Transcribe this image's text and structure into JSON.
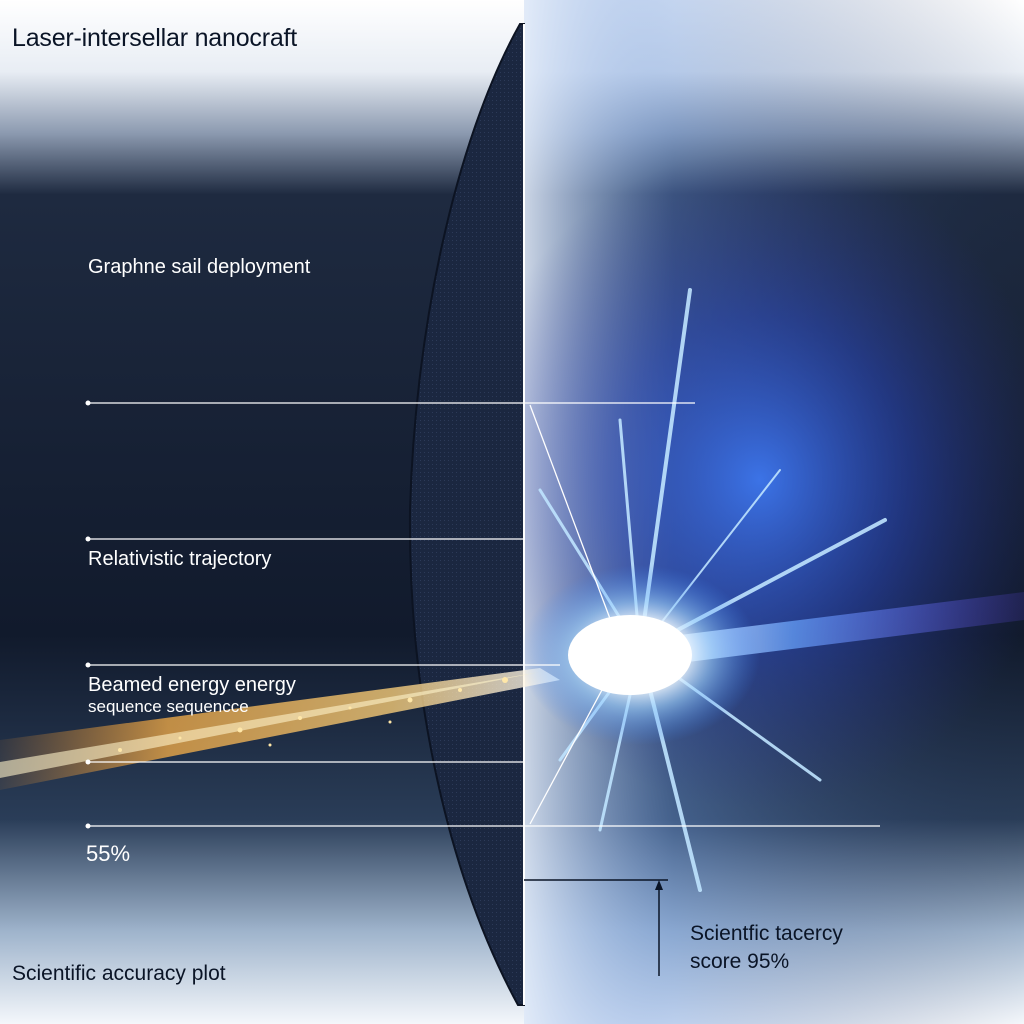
{
  "title": "Laser-intersellar nanocraft",
  "labels": {
    "sail": "Graphne sail deployment",
    "trajectory": "Relativistic trajectory",
    "beamed_line1": "Beamed energy energy",
    "beamed_line2": "sequence sequencce",
    "percent": "55%",
    "footer": "Scientific accuracy plot",
    "score_line1": "Scientfic tacercy",
    "score_line2": "score 95%"
  },
  "colors": {
    "background_dark": "#0f1a2c",
    "sail": "#1b2740",
    "beam_warm": "#ffb347",
    "flare_blue": "#2f7bff",
    "leader_line": "#ffffff"
  }
}
